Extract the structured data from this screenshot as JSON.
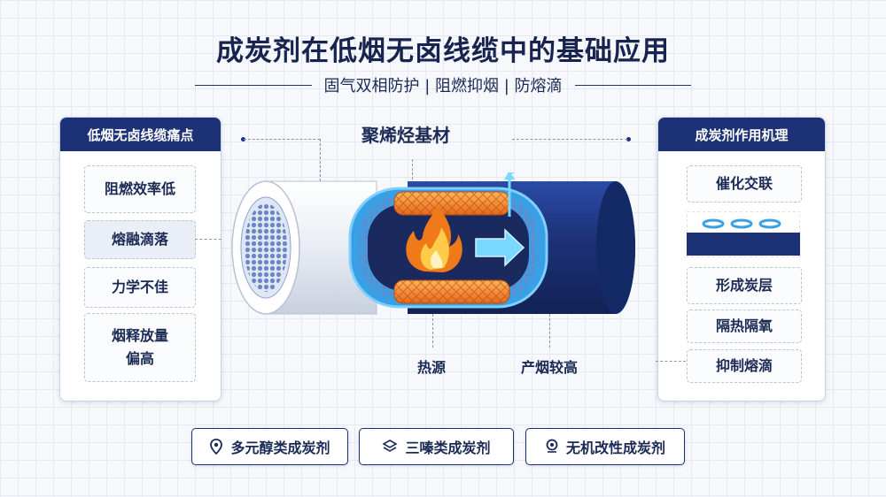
{
  "title": "成炭剂在低烟无卤线缆中的基础应用",
  "subtitle": "固气双相防护 | 阻燃抑烟 | 防熔滴",
  "left_panel": {
    "header": "低烟无卤线缆痛点",
    "items": [
      "阻燃效率低",
      "熔融滴落",
      "力学不佳",
      "烟释放量\n偏高"
    ]
  },
  "right_panel": {
    "header": "成炭剂作用机理",
    "items": [
      "催化交联",
      "形成炭层",
      "隔热隔氧",
      "抑制熔滴"
    ]
  },
  "diagram": {
    "top_label": "聚烯烃基材",
    "heat_label": "热源",
    "smoke_label": "产烟较高"
  },
  "bottom_buttons": [
    {
      "label": "多元醇类成炭剂",
      "icon": "location-pin-icon"
    },
    {
      "label": "三嗪类成炭剂",
      "icon": "layers-icon"
    },
    {
      "label": "无机改性成炭剂",
      "icon": "target-pin-icon"
    }
  ],
  "colors": {
    "navy": "#1c3176",
    "flame_orange": "#f07a1a",
    "cyan": "#3aa0e6"
  }
}
